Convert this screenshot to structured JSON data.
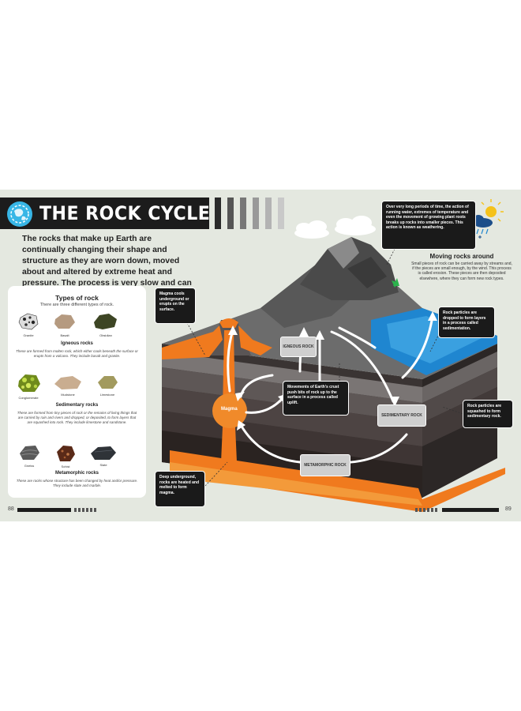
{
  "header": {
    "title": "THE ROCK CYCLE",
    "intro": "The rocks that make up Earth are continually changing their shape and structure as they are worn down, moved about and altered by extreme heat and pressure. The process is very slow and can take millions of years."
  },
  "types_panel": {
    "heading": "Types of rock",
    "subheading": "There are three different types of rock.",
    "groups": [
      {
        "name": "Igneous rocks",
        "description": "These are formed from molten rock, which either cools beneath the surface or erupts from a volcano. They include basalt and granite.",
        "rocks": [
          "Granite",
          "Basalt",
          "Obsidian"
        ]
      },
      {
        "name": "Sedimentary rocks",
        "description": "These are formed from tiny pieces of rock or the remains of living things that are carried by rain and rivers and dropped, or deposited, to form layers that are squashed into rock. They include limestone and sandstone.",
        "rocks": [
          "Conglomerate",
          "Mudstone",
          "Limestone"
        ]
      },
      {
        "name": "Metamorphic rocks",
        "description": "These are rocks whose structure has been changed by heat and/or pressure. They include slate and marble.",
        "rocks": [
          "Gneiss",
          "Schist",
          "Slate"
        ]
      }
    ]
  },
  "diagram": {
    "callouts": {
      "magma_cools": "Magma cools underground or erupts on the surface.",
      "weathering": "Over very long periods of time, the action of running water, extremes of temperature and even the movement of growing plant roots breaks up rocks into smaller pieces. This action is known as weathering.",
      "sedimentation": "Rock particles are dropped to form layers in a process called sedimentation.",
      "uplift": "Movements of Earth's crust push bits of rock up to the surface in a process called uplift.",
      "squashed": "Rock particles are squashed to form sedimentary rock.",
      "melted": "Deep underground, rocks are heated and melted to form magma."
    },
    "stages": {
      "igneous": "IGNEOUS ROCK",
      "sedimentary": "SEDIMENTARY ROCK",
      "metamorphic": "METAMORPHIC ROCK",
      "magma": "Magma"
    },
    "moving_rocks": {
      "heading": "Moving rocks around",
      "text": "Small pieces of rock can be carried away by streams and, if the pieces are small enough, by the wind. This process is called erosion. These pieces are then deposited elsewhere, where they can form new rock types."
    }
  },
  "footer": {
    "left_page": "88",
    "right_page": "89"
  },
  "colors": {
    "background": "#e4e8e0",
    "title_bar": "#1c1c1c",
    "globe": "#38b6e6",
    "lava": "#f07a1e",
    "water": "#1f86d0"
  }
}
